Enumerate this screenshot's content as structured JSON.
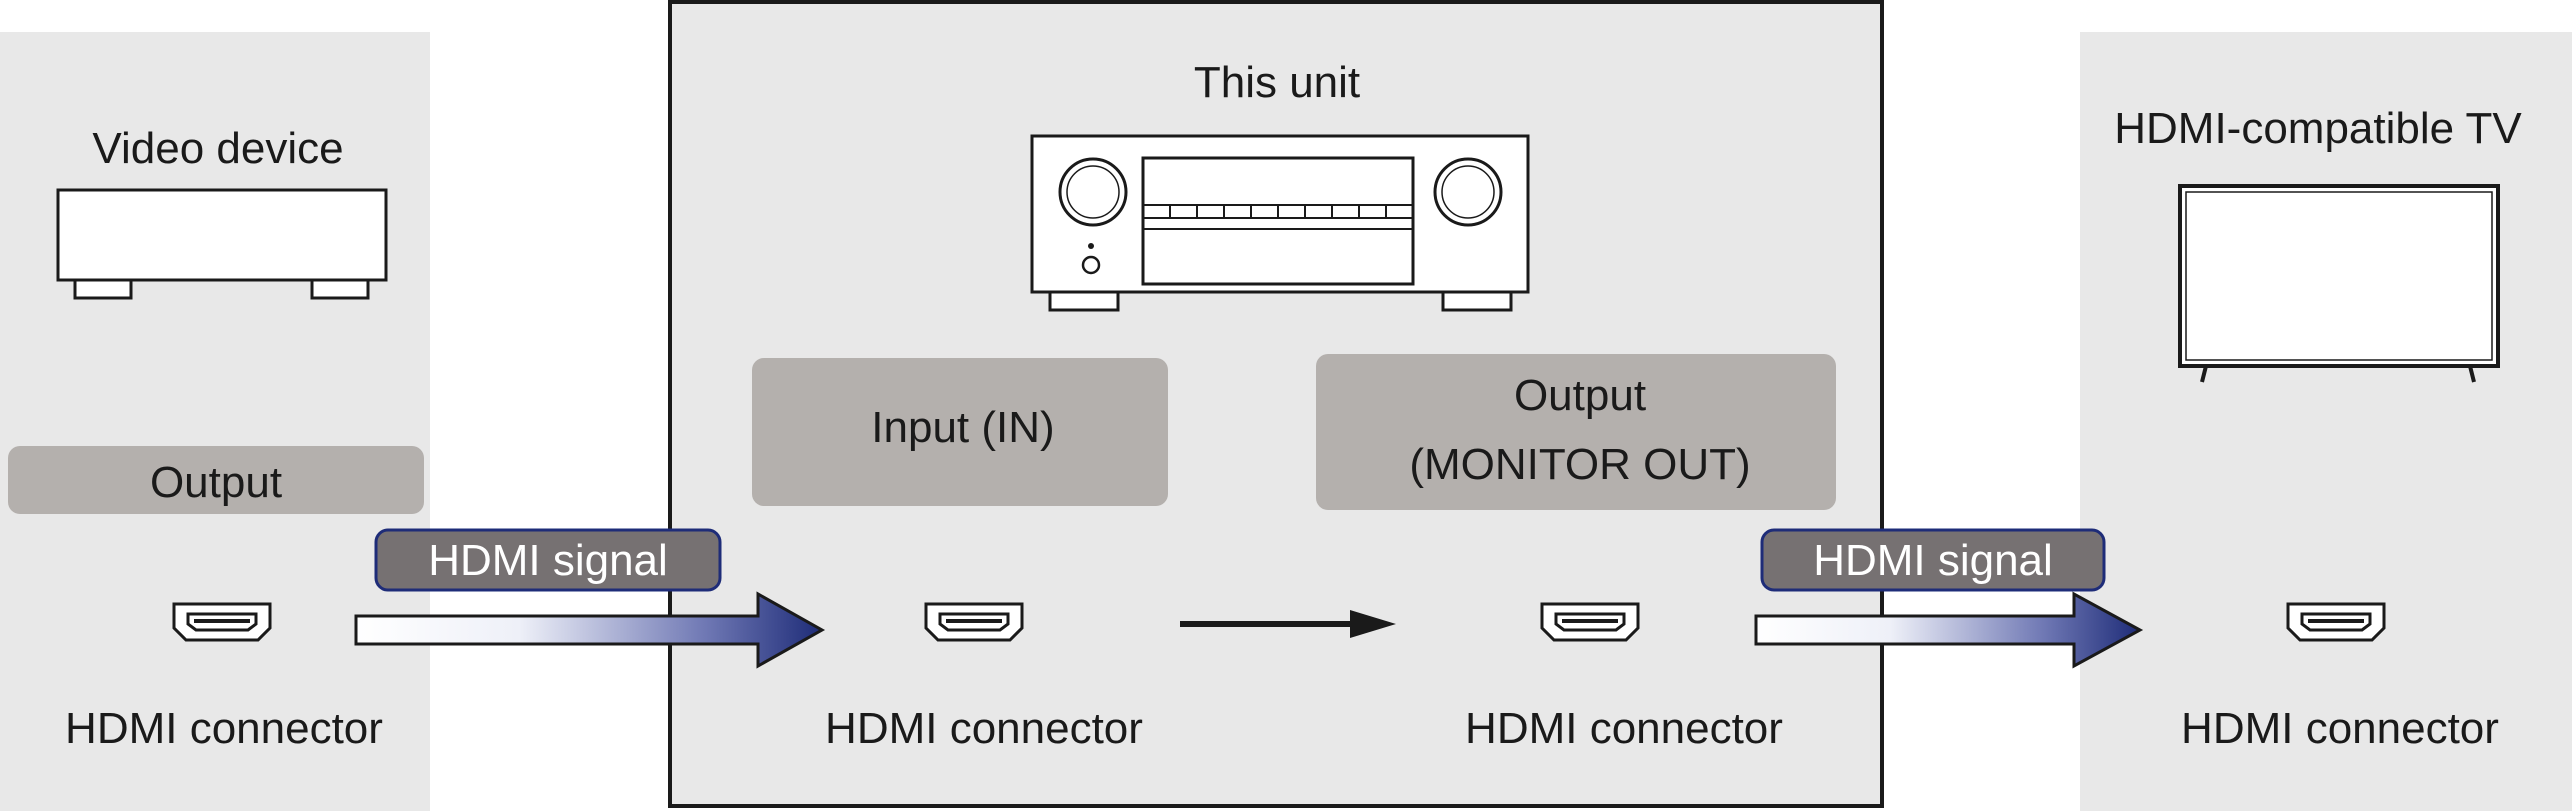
{
  "left_panel": {
    "title": "Video device",
    "output_label": "Output",
    "connector_label": "HDMI connector"
  },
  "center_panel": {
    "title": "This unit",
    "input_label": "Input (IN)",
    "output_label_line1": "Output",
    "output_label_line2": "(MONITOR OUT)",
    "input_connector_label": "HDMI connector",
    "output_connector_label": "HDMI connector"
  },
  "right_panel": {
    "title": "HDMI-compatible TV",
    "connector_label": "HDMI connector"
  },
  "signals": {
    "left": "HDMI signal",
    "right": "HDMI signal"
  },
  "colors": {
    "panel_gray": "#e8e8e8",
    "label_box": "#b4b0ad",
    "signal_badge": "#767172",
    "signal_arrow_end": "#1e2c78",
    "outline": "#1a1a1a"
  }
}
